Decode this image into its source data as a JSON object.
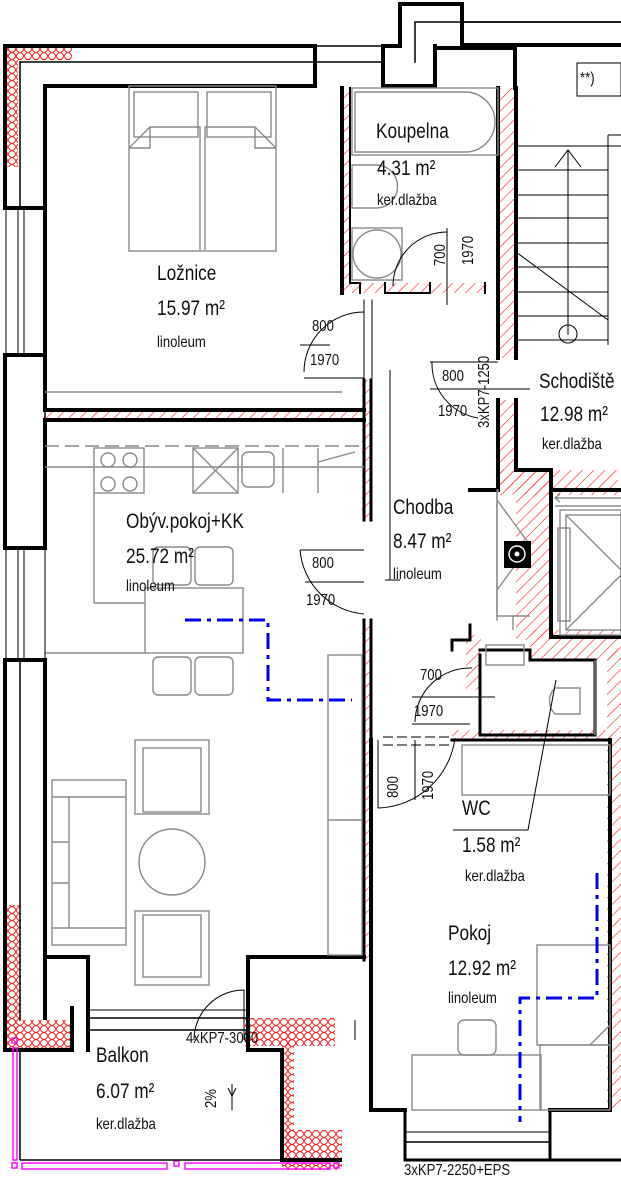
{
  "plan": {
    "type": "apartment floor plan",
    "colors": {
      "wall": "#000000",
      "insulation_hatch": "#ff2020",
      "furniture": "#8a8a8a",
      "blue_dashed_line": "#0000ee",
      "balcony_railing": "#ff00ff"
    }
  },
  "rooms": {
    "loznice": {
      "name": "Ložnice",
      "area": "15.97 m²",
      "floor": "linoleum"
    },
    "koupelna": {
      "name": "Koupelna",
      "area": "4.31 m²",
      "floor": "ker.dlažba"
    },
    "schodiste": {
      "name": "Schodiště",
      "area": "12.98 m²",
      "floor": "ker.dlažba"
    },
    "obyvak": {
      "name": "Obýv.pokoj+KK",
      "area": "25.72 m²",
      "floor": "linoleum"
    },
    "chodba": {
      "name": "Chodba",
      "area": "8.47 m²",
      "floor": "linoleum"
    },
    "wc": {
      "name": "WC",
      "area": "1.58 m²",
      "floor": "ker.dlažba"
    },
    "pokoj": {
      "name": "Pokoj",
      "area": "12.92 m²",
      "floor": "linoleum"
    },
    "balkon": {
      "name": "Balkon",
      "area": "6.07 m²",
      "floor": "ker.dlažba"
    }
  },
  "doors": {
    "koupelna": {
      "width": "700",
      "height": "1970"
    },
    "loznice": {
      "width": "800",
      "height": "1970"
    },
    "entry": {
      "width": "800",
      "height": "1970"
    },
    "obyvak": {
      "width": "800",
      "height": "1970"
    },
    "wc": {
      "width": "700",
      "height": "1970"
    },
    "pokoj": {
      "width": "800",
      "height": "1970"
    }
  },
  "annotations": {
    "lintel_entry": "3xKP7-1250",
    "lintel_balcony": "4xKP7-3000",
    "lintel_pokoj": "3xKP7-2250+EPS",
    "slope": "2%",
    "note_mark": "**)"
  }
}
